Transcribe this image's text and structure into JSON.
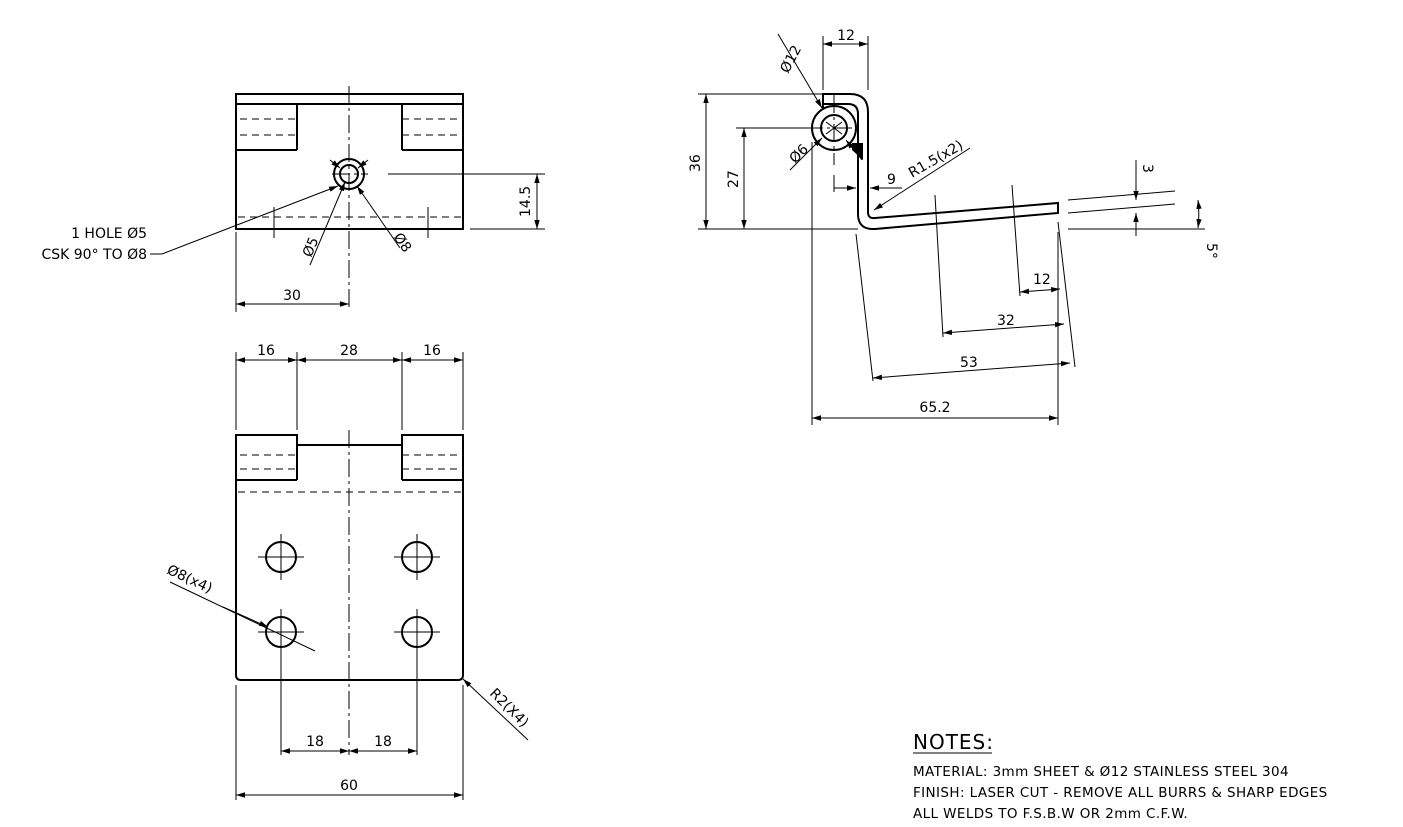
{
  "top_view": {
    "hole_note_line1": "1 HOLE Ø5",
    "hole_note_line2": "CSK 90° TO Ø8",
    "dim_hole_dia": "Ø5",
    "dim_csk_dia": "Ø8",
    "dim_height": "14.5",
    "dim_width": "30"
  },
  "front_view": {
    "dim_left_knuckle": "16",
    "dim_center_gap": "28",
    "dim_right_knuckle": "16",
    "dim_holes": "Ø8(x4)",
    "dim_corner_radius": "R2(X4)",
    "dim_hole_spacing_left": "18",
    "dim_hole_spacing_right": "18",
    "dim_overall_width": "60"
  },
  "side_view": {
    "dim_pin_dia": "Ø12",
    "dim_knuckle_width": "12",
    "dim_overall_height": "36",
    "dim_pin_height": "27",
    "dim_bore_dia": "Ø6",
    "dim_offset": "9",
    "dim_bend_radius": "R1.5(x2)",
    "dim_thickness": "3",
    "dim_angle": "5°",
    "dim_tip": "12",
    "dim_mid": "32",
    "dim_leaf_length": "53",
    "dim_overall_length": "65.2"
  },
  "notes": {
    "heading": "NOTES:",
    "line1": "MATERIAL: 3mm SHEET & Ø12 STAINLESS STEEL 304",
    "line2": "FINISH: LASER CUT - REMOVE ALL BURRS & SHARP EDGES",
    "line3": "ALL WELDS TO F.S.B.W OR 2mm C.F.W."
  }
}
